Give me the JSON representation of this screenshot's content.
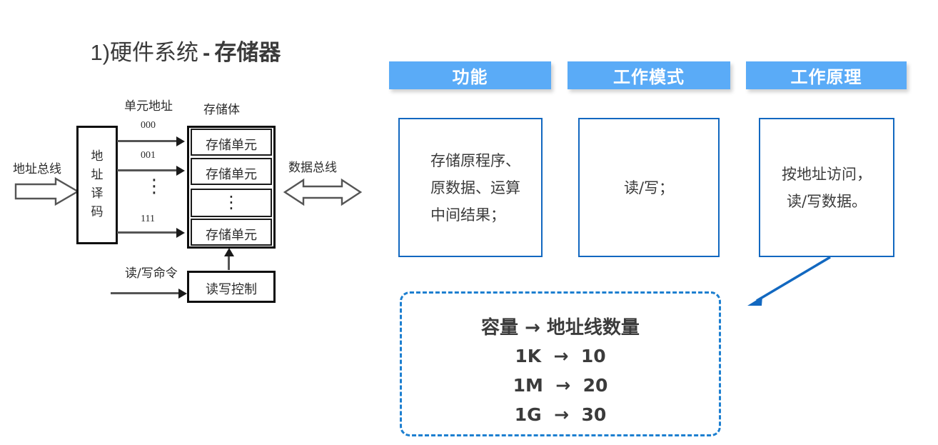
{
  "title": {
    "index": "1)硬件系统",
    "dash": "-",
    "subject": "存储器"
  },
  "diagram": {
    "caption_unit_address": "单元地址",
    "caption_memory_bank": "存储体",
    "address_bus_label": "地址总线",
    "data_bus_label": "数据总线",
    "decoder_label": "地址\n译\n码",
    "decoder_chars": [
      "地",
      "址",
      "译",
      "码"
    ],
    "address_values": [
      "000",
      "001",
      "111"
    ],
    "address_ellipsis": "⋮",
    "cells": [
      "存储单元",
      "存储单元",
      "⋮",
      "存储单元"
    ],
    "rw_command_label": "读/写命令",
    "rw_control_label": "读写控制"
  },
  "columns": [
    {
      "header": "功能",
      "body": "存储原程序、\n原数据、运算\n中间结果；",
      "align": "left"
    },
    {
      "header": "工作模式",
      "body": "读/写；",
      "align": "center"
    },
    {
      "header": "工作原理",
      "body": "按地址访问，\n读/写数据。",
      "align": "center"
    }
  ],
  "summary": {
    "title": "容量 → 地址线数量",
    "rows": [
      {
        "capacity": "1K",
        "arrow": "→",
        "lines": "10"
      },
      {
        "capacity": "1M",
        "arrow": "→",
        "lines": "20"
      },
      {
        "capacity": "1G",
        "arrow": "→",
        "lines": "30"
      }
    ],
    "row_texts": [
      "1K  →  10",
      "1M  →  20",
      "1G  →  30"
    ]
  },
  "colors": {
    "chip_blue": "#5aabf7",
    "outline_blue": "#1268c0",
    "dashed_blue": "#1d7fd0",
    "connector_blue": "#1268c0",
    "text_dark": "#3b3b3b",
    "schematic_black": "#0d0d0d"
  }
}
